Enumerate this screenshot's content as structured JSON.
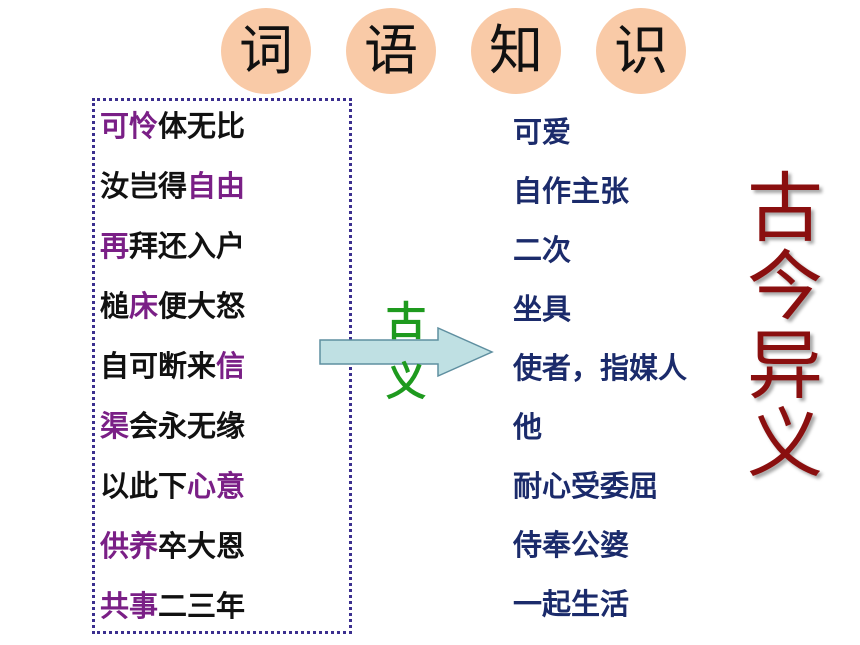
{
  "title": [
    "词",
    "语",
    "知",
    "识"
  ],
  "phrases": [
    [
      {
        "t": "可怜",
        "hl": true
      },
      {
        "t": "体无比",
        "hl": false
      }
    ],
    [
      {
        "t": "汝岂得",
        "hl": false
      },
      {
        "t": "自由",
        "hl": true
      }
    ],
    [
      {
        "t": "再",
        "hl": true
      },
      {
        "t": "拜还入户",
        "hl": false
      }
    ],
    [
      {
        "t": "槌",
        "hl": false
      },
      {
        "t": "床",
        "hl": true
      },
      {
        "t": "便大怒",
        "hl": false
      }
    ],
    [
      {
        "t": "自可断来",
        "hl": false
      },
      {
        "t": "信",
        "hl": true
      }
    ],
    [
      {
        "t": "渠",
        "hl": true
      },
      {
        "t": "会永无缘",
        "hl": false
      }
    ],
    [
      {
        "t": "以此下",
        "hl": false
      },
      {
        "t": "心意",
        "hl": true
      }
    ],
    [
      {
        "t": "供养",
        "hl": true
      },
      {
        "t": "卒大恩",
        "hl": false
      }
    ],
    [
      {
        "t": "共事",
        "hl": true
      },
      {
        "t": "二三年",
        "hl": false
      }
    ]
  ],
  "arrow_label": [
    "古",
    "义"
  ],
  "meanings": [
    "可爱",
    "自作主张",
    "二次",
    "坐具",
    "使者，指媒人",
    "他",
    "耐心受委屈",
    "侍奉公婆",
    "一起生活"
  ],
  "side_title": [
    "古",
    "今",
    "异",
    "义"
  ],
  "colors": {
    "highlight": "#7a1f86",
    "meaning": "#1b2b6b",
    "arrow_label": "#1e9a1e",
    "side_title": "#8a0f0f",
    "bubble": "#f9caa7",
    "arrow_fill": "#bfe0e3"
  }
}
